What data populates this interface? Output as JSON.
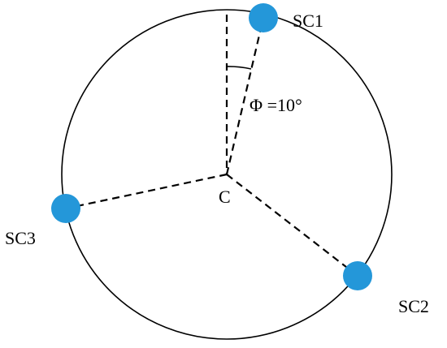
{
  "center": {
    "label": "C"
  },
  "spacecraft": [
    {
      "id": "sc1",
      "label": "SC1"
    },
    {
      "id": "sc2",
      "label": "SC2"
    },
    {
      "id": "sc3",
      "label": "SC3"
    }
  ],
  "angle": {
    "label": "Φ =10°",
    "degrees": 10
  },
  "colors": {
    "node_fill": "#2497d9",
    "stroke": "#000000",
    "background": "#ffffff"
  }
}
